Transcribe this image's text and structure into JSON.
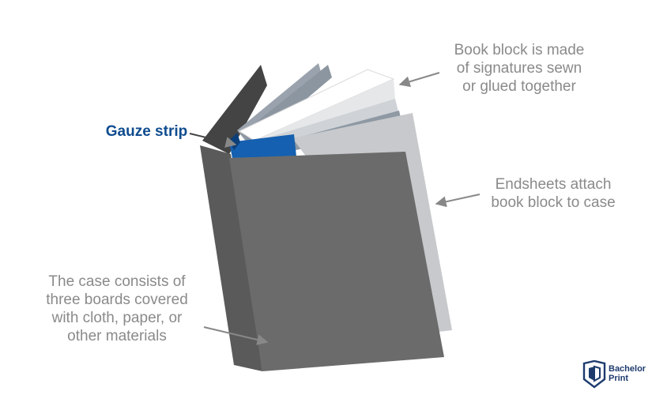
{
  "labels": {
    "book_block": [
      "Book block is made",
      "of signatures sewn",
      "or glued together"
    ],
    "endsheets": [
      "Endsheets attach",
      "book block to case"
    ],
    "gauze": "Gauze strip",
    "case": [
      "The case consists of",
      "three boards covered",
      "with cloth, paper, or",
      "other materials"
    ]
  },
  "logo": {
    "line1": "Bachelor",
    "line2": "Print"
  },
  "colors": {
    "label_text": "#8a8a8a",
    "gauze_text": "#0f4c8f",
    "gauze_strip": "#1560b0",
    "cover": "#6b6b6b",
    "spine": "#5a5a5a",
    "pages": "#c7c9cc",
    "back_board": "#444444",
    "arrow": "#888888",
    "logo": "#1e3b6e"
  }
}
